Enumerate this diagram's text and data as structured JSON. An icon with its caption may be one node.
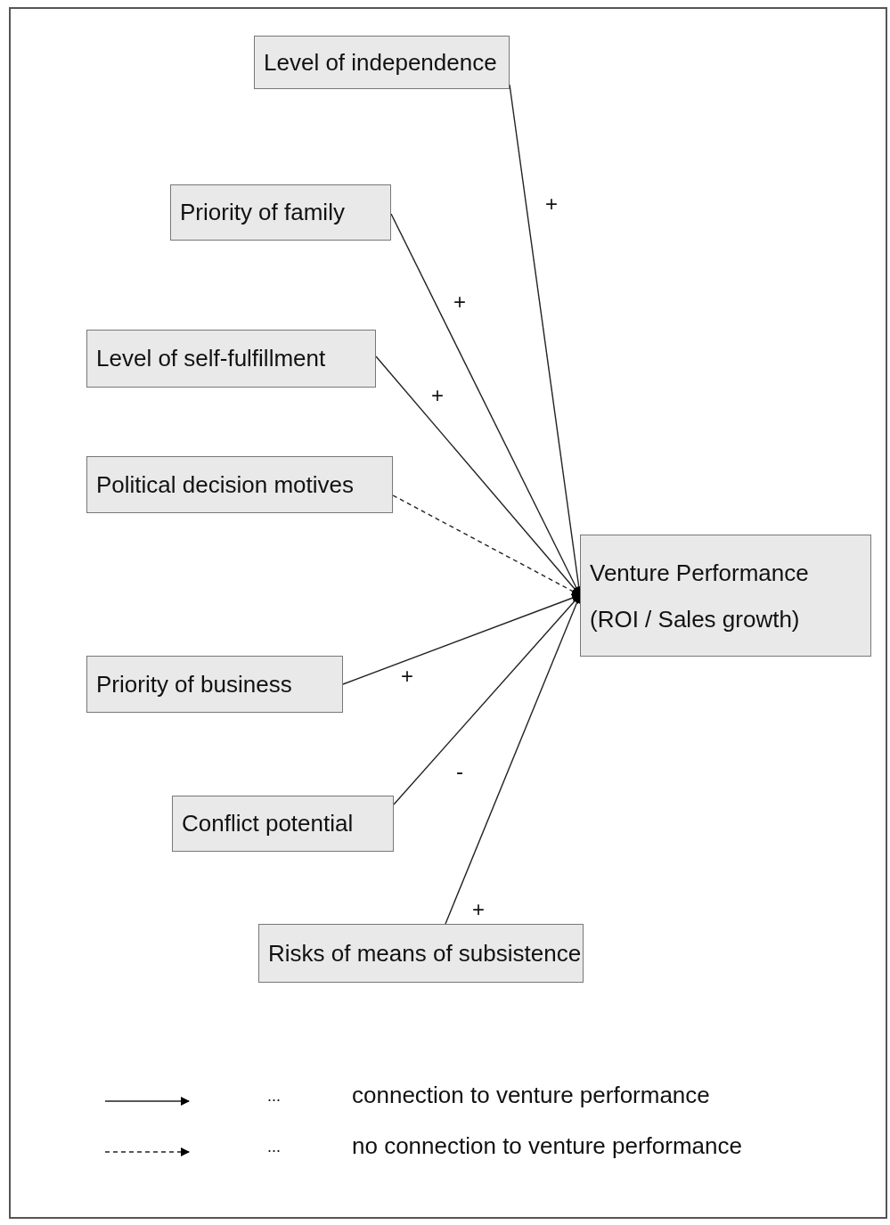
{
  "diagram": {
    "nodes": [
      {
        "text": [
          "Level of independence"
        ]
      },
      {
        "text": [
          "Priority of family"
        ]
      },
      {
        "text": [
          "Level of self-fulfillment"
        ]
      },
      {
        "text": [
          "Political decision motives"
        ]
      },
      {
        "text": [
          "Venture Performance (ROI / Sales growth)"
        ]
      },
      {
        "text": [
          "Priority of business"
        ]
      },
      {
        "text": [
          "Conflict potential"
        ]
      },
      {
        "text": [
          "Risks of means of subsistence"
        ]
      }
    ],
    "edges": [
      {
        "from": 0,
        "to": 4,
        "arrow": "to",
        "label": "+"
      },
      {
        "from": 1,
        "to": 4,
        "arrow": "to",
        "label": "+"
      },
      {
        "from": 2,
        "to": 4,
        "arrow": "to",
        "label": "+"
      },
      {
        "from": 3,
        "to": 4,
        "arrow": "to",
        "style": "dashed"
      },
      {
        "from": 5,
        "to": 4,
        "arrow": "to",
        "label": "+"
      },
      {
        "from": 6,
        "to": 4,
        "arrow": "to",
        "label": "-"
      },
      {
        "from": 7,
        "to": 4,
        "arrow": "to",
        "label": "+"
      }
    ],
    "labels": [
      "...",
      "..."
    ],
    "legend": [
      {
        "text": "connection to venture performance"
      },
      {
        "text": "no connection to venture performance"
      }
    ]
  }
}
